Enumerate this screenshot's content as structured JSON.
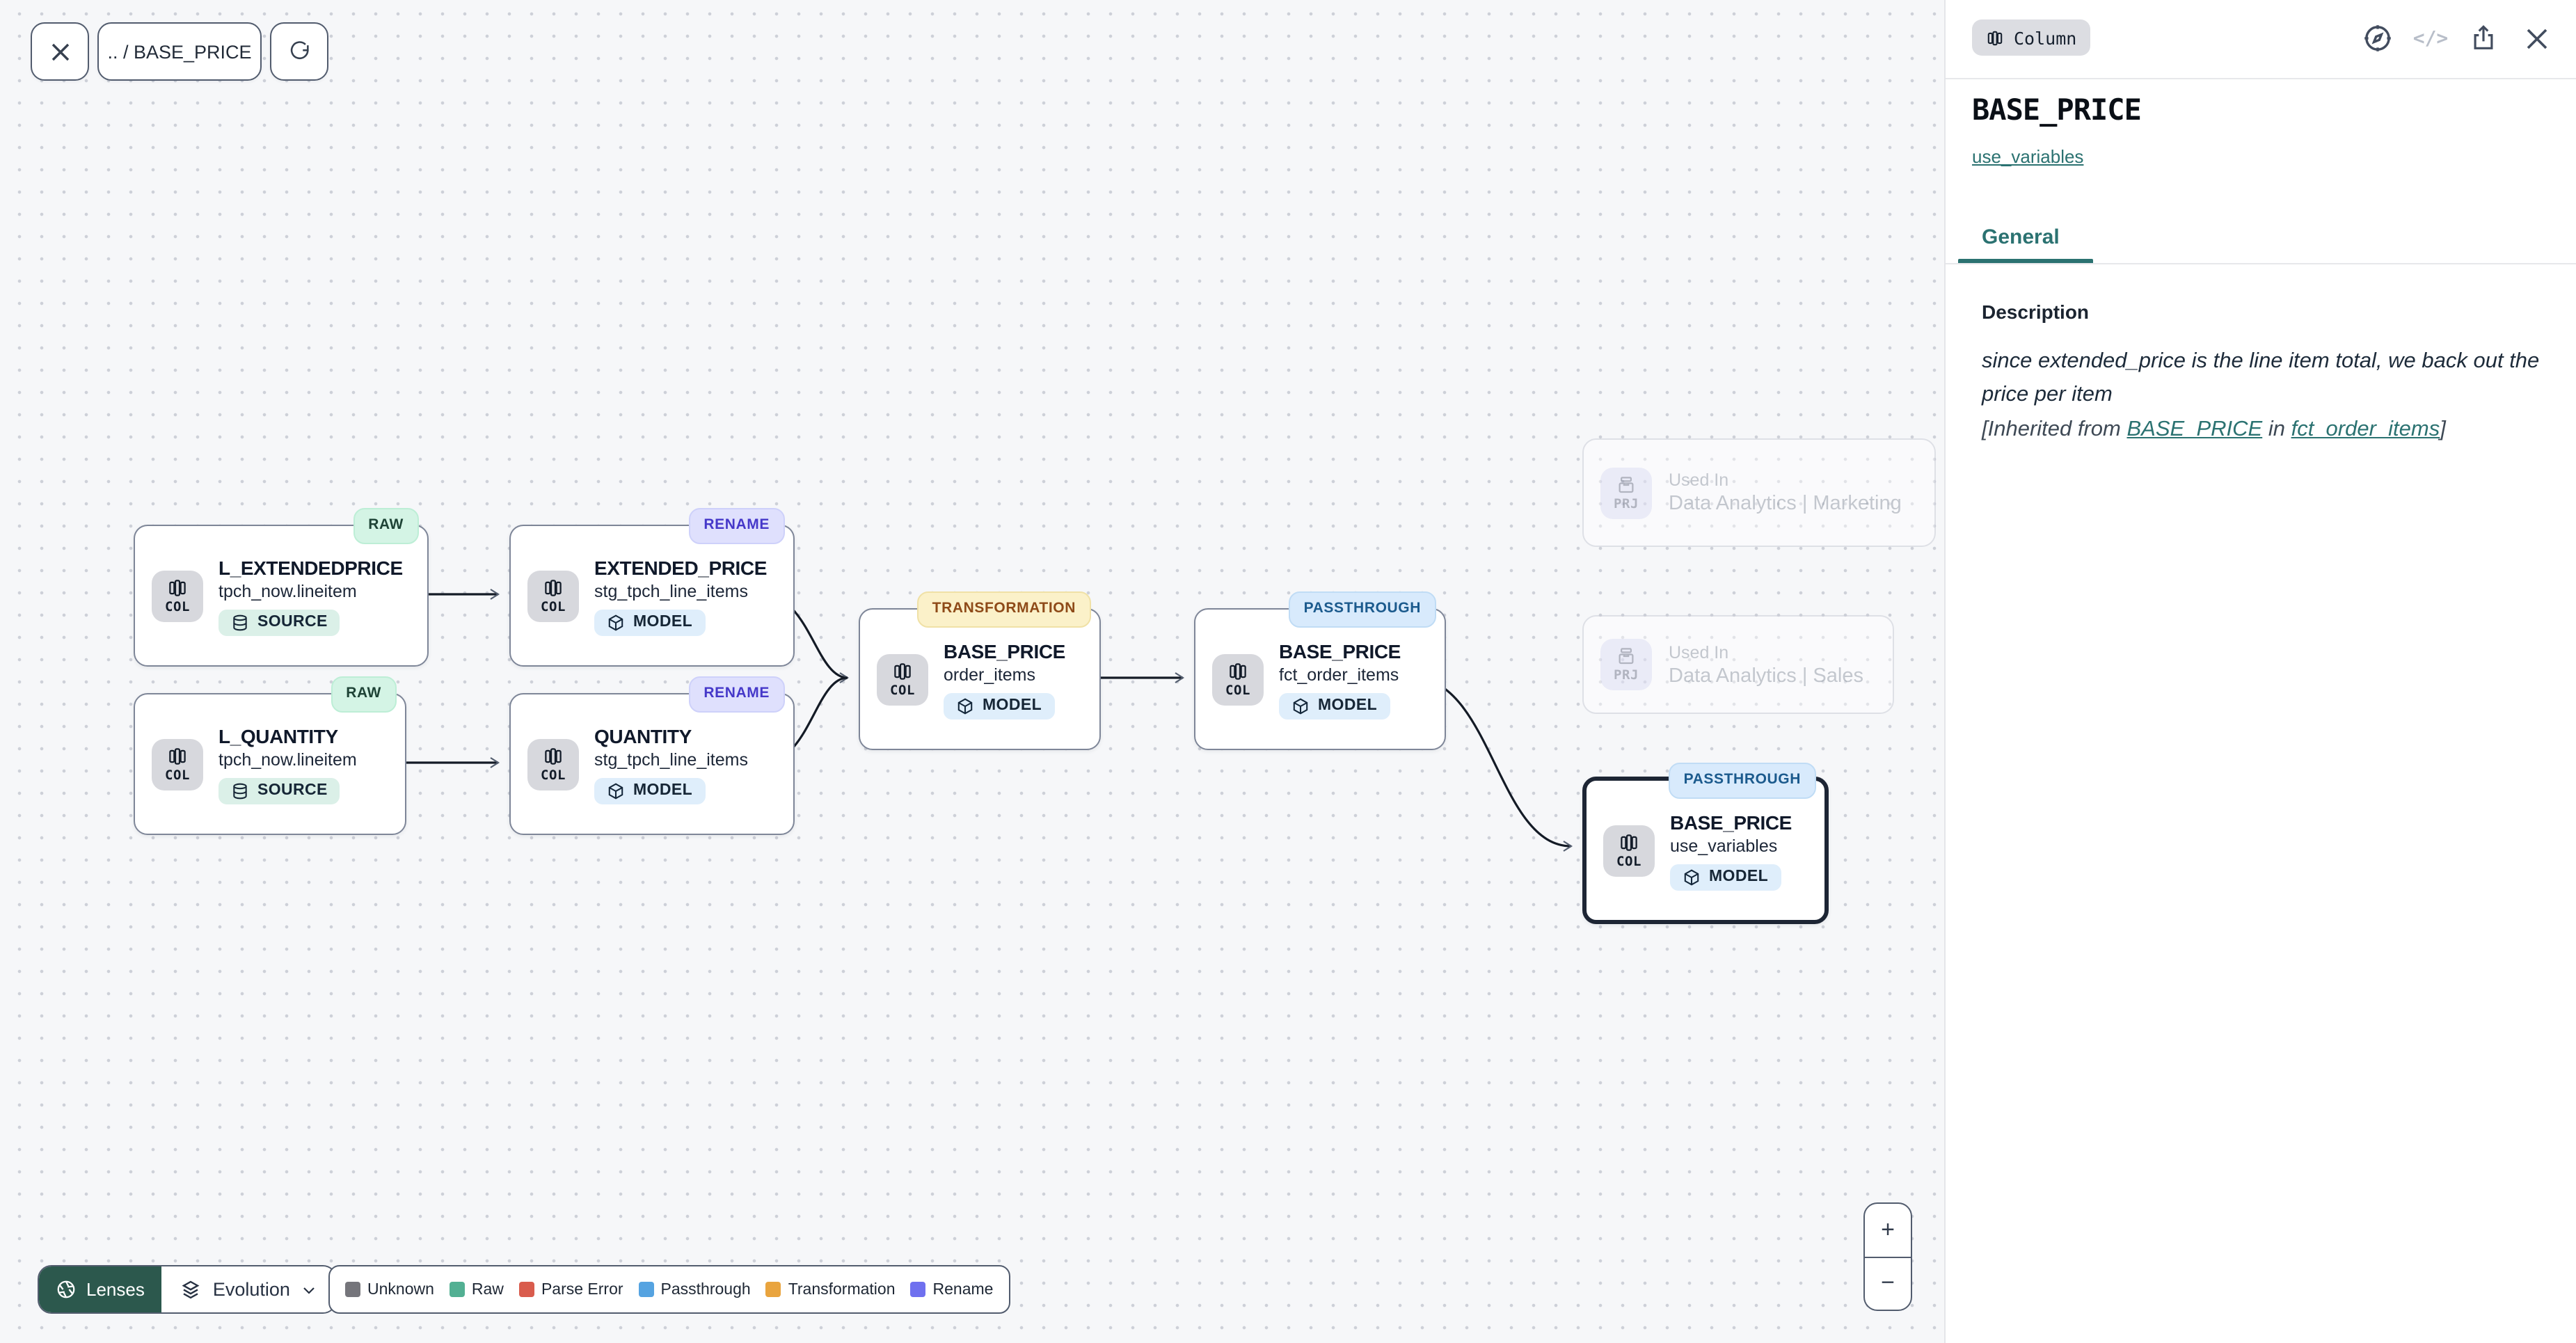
{
  "toolbar": {
    "breadcrumb": ".. / BASE_PRICE"
  },
  "graph": {
    "nodes": [
      {
        "badge": "RAW",
        "title": "L_EXTENDEDPRICE",
        "subtitle": "tpch_now.lineitem",
        "kind_label": "COL",
        "chip": "SOURCE"
      },
      {
        "badge": "RAW",
        "title": "L_QUANTITY",
        "subtitle": "tpch_now.lineitem",
        "kind_label": "COL",
        "chip": "SOURCE"
      },
      {
        "badge": "RENAME",
        "title": "EXTENDED_PRICE",
        "subtitle": "stg_tpch_line_items",
        "kind_label": "COL",
        "chip": "MODEL"
      },
      {
        "badge": "RENAME",
        "title": "QUANTITY",
        "subtitle": "stg_tpch_line_items",
        "kind_label": "COL",
        "chip": "MODEL"
      },
      {
        "badge": "TRANSFORMATION",
        "title": "BASE_PRICE",
        "subtitle": "order_items",
        "kind_label": "COL",
        "chip": "MODEL"
      },
      {
        "badge": "PASSTHROUGH",
        "title": "BASE_PRICE",
        "subtitle": "fct_order_items",
        "kind_label": "COL",
        "chip": "MODEL"
      },
      {
        "badge": "PASSTHROUGH",
        "title": "BASE_PRICE",
        "subtitle": "use_variables",
        "kind_label": "COL",
        "chip": "MODEL",
        "selected": true
      }
    ],
    "used_in": [
      {
        "kind_label": "PRJ",
        "label": "Used In",
        "name": "Data Analytics | Marketing"
      },
      {
        "kind_label": "PRJ",
        "label": "Used In",
        "name": "Data Analytics | Sales"
      }
    ]
  },
  "legend": {
    "items": [
      {
        "label": "Unknown",
        "color": "#75757b"
      },
      {
        "label": "Raw",
        "color": "#52b093"
      },
      {
        "label": "Parse Error",
        "color": "#d95c4d"
      },
      {
        "label": "Passthrough",
        "color": "#55a3e1"
      },
      {
        "label": "Transformation",
        "color": "#e9a43e"
      },
      {
        "label": "Rename",
        "color": "#6f70ef"
      }
    ]
  },
  "controls": {
    "lenses_label": "Lenses",
    "lens_selected": "Evolution",
    "zoom_in": "+",
    "zoom_out": "−"
  },
  "panel": {
    "type_badge": "Column",
    "code_icon_glyph": "</>",
    "title": "BASE_PRICE",
    "model_link": "use_variables",
    "tab": "General",
    "description_label": "Description",
    "description": "since extended_price is the line item total, we back out the price per item",
    "inherited_prefix": "[Inherited from ",
    "inherited_link_column": "BASE_PRICE",
    "inherited_middle": " in ",
    "inherited_link_model": "fct_order_items",
    "inherited_suffix": "]"
  },
  "icons": {
    "close-icon": "x-cross",
    "refresh-icon": "circular-arrow",
    "columns-icon": "three-vertical-bars",
    "database-icon": "cylinder",
    "model-icon": "cube",
    "project-icon": "inbox-stack",
    "lenses-icon": "aperture",
    "evolution-icon": "layers-stack",
    "chevron-down-icon": "v",
    "compass-icon": "compass",
    "share-icon": "box-up-arrow",
    "zoom-in-icon": "+",
    "zoom-out-icon": "−"
  },
  "colors": {
    "accent_teal": "#2b7271",
    "selection_border": "#1d2534",
    "lenses_button_bg": "#2c584d",
    "badge_raw_bg": "#d4f4e5",
    "badge_rename_bg": "#dfe0fd",
    "badge_transformation_bg": "#fbf1c9",
    "badge_passthrough_bg": "#d8eafc"
  }
}
